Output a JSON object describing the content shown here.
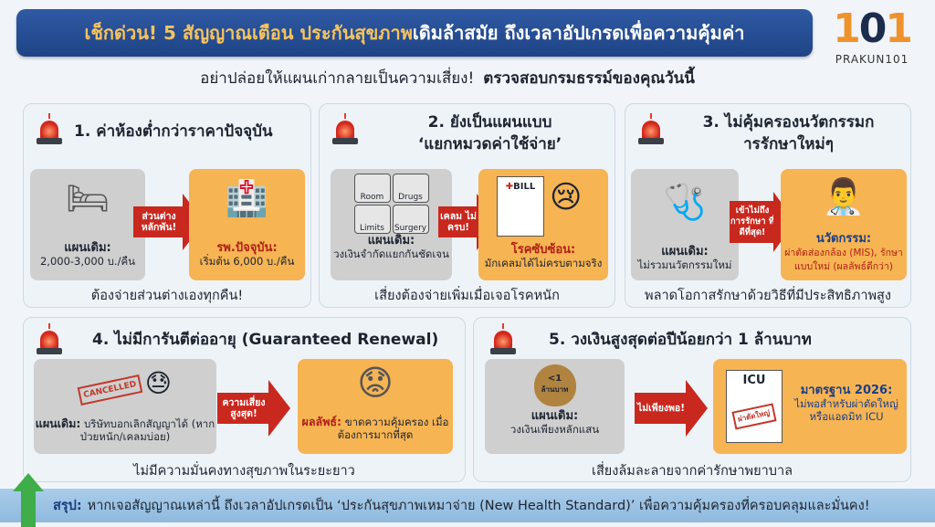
{
  "header": {
    "title_highlight": "เช็กด่วน! 5 สัญญาณเตือน ประกันสุขภาพ",
    "title_rest": "เดิมล้าสมัย ถึงเวลาอัปเกรดเพื่อความคุ้มค่า",
    "subtitle": "อย่าปล่อยให้แผนเก่ากลายเป็นความเสี่ยง!",
    "subtitle_bold": "ตรวจสอบกรมธรรม์ของคุณวันนี้",
    "logo_text": "PRAKUN101",
    "logo_mark": "101"
  },
  "colors": {
    "title_bg": "#1f4386",
    "highlight": "#f5c35f",
    "alert_red": "#c8281e",
    "orange": "#f6b453",
    "gray": "#cfcfcf",
    "summary_bg": "#a9cdea",
    "green": "#3fae49"
  },
  "cards": [
    {
      "title": "1. ค่าห้องต่ำกว่าราคาปัจจุบัน",
      "old_label": "แผนเดิม:",
      "old_text": "2,000-3,000 บ./คืน",
      "arrow": "ส่วนต่าง หลักพัน!",
      "new_label": "รพ.ปัจจุบัน:",
      "new_text": "เริ่มต้น 6,000 บ./คืน",
      "caption": "ต้องจ่ายส่วนต่างเองทุกคืน!",
      "icons": [
        "hospital-bed-icon",
        "hospital-room-price-tag-icon"
      ]
    },
    {
      "title_line1": "2. ยังเป็นแผนแบบ",
      "title_line2": "‘แยกหมวดค่าใช้จ่าย’",
      "categories": [
        "Room",
        "Drugs",
        "Limits",
        "Surgery"
      ],
      "old_label": "แผนเดิม:",
      "old_text": "วงเงินจำกัดแยกกันชัดเจน",
      "arrow": "เคลม ไม่ครบ!",
      "new_label": "โรคซับซ้อน:",
      "new_text": "มักเคลมได้ไม่ครบตามจริง",
      "bill_label": "BILL",
      "caption": "เสี่ยงต้องจ่ายเพิ่มเมื่อเจอโรคหนัก",
      "icons": [
        "bill-icon",
        "crying-person-icon"
      ]
    },
    {
      "title_line1": "3. ไม่คุ้มครองนวัตกรรมก",
      "title_line2": "ารรักษาใหม่ๆ",
      "old_label": "แผนเดิม:",
      "old_text": "ไม่รวมนวัตกรรมใหม่",
      "arrow": "เข้าไม่ถึง การรักษา ที่ดีที่สุด!",
      "new_label": "นวัตกรรม:",
      "new_text": "ผ่าตัดส่องกล้อง (MIS), รักษาแบบใหม่ (ผลลัพธ์ดีกว่า)",
      "caption": "พลาดโอกาสรักษาด้วยวิธีที่มีประสิทธิภาพสูง",
      "icons": [
        "surgery-icon",
        "doctor-icon"
      ]
    },
    {
      "title": "4. ไม่มีการันตีต่ออายุ (Guaranteed Renewal)",
      "stamp": "CANCELLED",
      "old_label": "แผนเดิม:",
      "old_text": "บริษัทบอกเลิกสัญญาได้ (หากป่วยหนัก/เคลมบ่อย)",
      "arrow": "ความเสี่ยง สูงสุด!",
      "new_label": "ผลลัพธ์:",
      "new_text": "ขาดความคุ้มครอง เมื่อต้องการมากที่สุด",
      "caption": "ไม่มีความมั่นคงทางสุขภาพในระยะยาว",
      "icons": [
        "cancelled-document-icon",
        "worried-man-icon"
      ]
    },
    {
      "title": "5. วงเงินสูงสุดต่อปีน้อยกว่า 1 ล้านบาท",
      "bag_value": "<1",
      "bag_unit": "ล้านบาท",
      "old_label": "แผนเดิม:",
      "old_text": "วงเงินเพียงหลักแสน",
      "arrow": "ไม่เพียงพอ!",
      "doc_title": "ICU",
      "doc_stamp": "ผ่าตัดใหญ่",
      "new_label": "มาตรฐาน 2026:",
      "new_text": "ไม่พอสำหรับผ่าตัดใหญ่ หรือแอดมิท ICU",
      "caption": "เสี่ยงล้มละลายจากค่ารักษาพยาบาล",
      "icons": [
        "money-bag-icon",
        "icu-document-icon"
      ]
    }
  ],
  "summary": {
    "label": "สรุป:",
    "text": "หากเจอสัญญาณเหล่านี้ ถึงเวลาอัปเกรดเป็น ‘ประกันสุขภาพเหมาจ่าย (New Health Standard)’ เพื่อความคุ้มครองที่ครอบคลุมและมั่นคง!"
  }
}
